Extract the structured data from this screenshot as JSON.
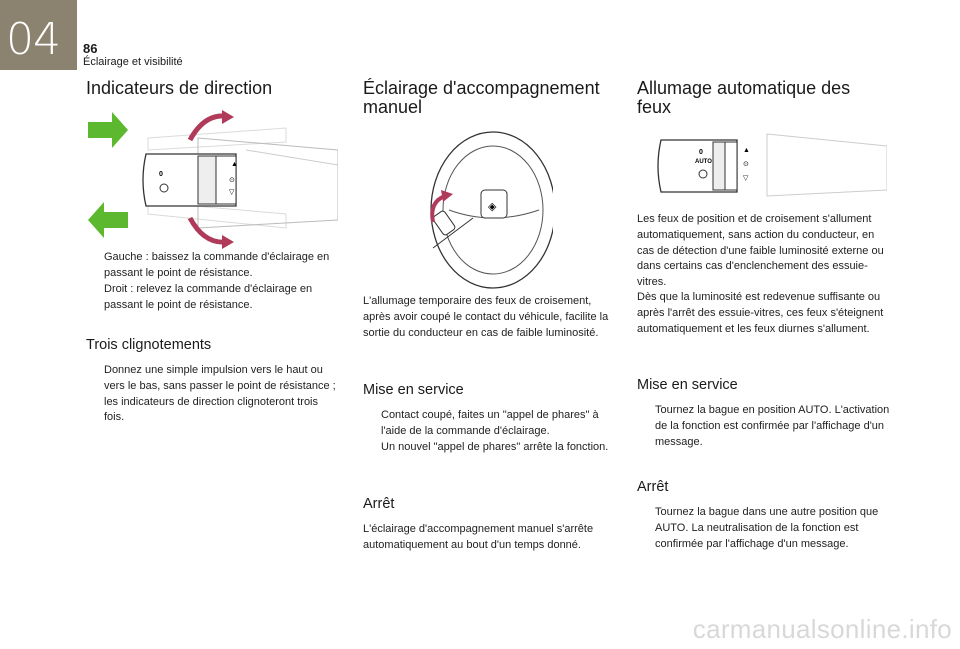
{
  "header": {
    "chapter_number": "04",
    "page_number": "86",
    "section_title": "Éclairage et visibilité"
  },
  "col1": {
    "title": "Indicateurs de direction",
    "bullets": [
      "Gauche : baissez la commande d'éclairage en passant le point de résistance.",
      "Droit : relevez la commande d'éclairage en passant le point de résistance."
    ],
    "subtitle": "Trois clignotements",
    "sub_bullets": [
      "Donnez une simple impulsion vers le haut ou vers le bas, sans passer le point de résistance ; les indicateurs de direction clignoteront trois fois."
    ]
  },
  "col2": {
    "title_line1": "Éclairage d'accompagnement",
    "title_line2": "manuel",
    "intro": "L'allumage temporaire des feux de croisement, après avoir coupé le contact du véhicule, facilite la sortie du conducteur en cas de faible luminosité.",
    "activation_title": "Mise en service",
    "activation_bullets": [
      "Contact coupé, faites un \"appel de phares\" à l'aide de la commande d'éclairage.",
      "Un nouvel \"appel de phares\" arrête la fonction."
    ],
    "stop_title": "Arrêt",
    "stop_text": "L'éclairage d'accompagnement manuel s'arrête automatiquement au bout d'un temps donné."
  },
  "col3": {
    "title_line1": "Allumage automatique des",
    "title_line2": "feux",
    "intro1": "Les feux de position et de croisement s'allument automatiquement, sans action du conducteur, en cas de détection d'une faible luminosité externe ou dans certains cas d'enclenchement des essuie-vitres.",
    "intro2": "Dès que la luminosité est redevenue suffisante ou après l'arrêt des essuie-vitres, ces feux s'éteignent automatiquement et les feux diurnes s'allument.",
    "activation_title": "Mise en service",
    "activation_bullets": [
      "Tournez la bague en position AUTO. L'activation de la fonction est confirmée par l'affichage d'un message."
    ],
    "stop_title": "Arrêt",
    "stop_bullets": [
      "Tournez la bague dans une autre position que AUTO. La neutralisation de la fonction est confirmée par l'affichage d'un message."
    ]
  },
  "illustration_labels": {
    "stalk_zero": "0",
    "stalk_auto": "AUTO"
  },
  "bullet_glyph": "",
  "watermark": "carmanualsonline.info",
  "colors": {
    "chapter_tab": "#8c8270",
    "arrow_green": "#5cb82e",
    "arrow_red": "#b03a5a"
  }
}
